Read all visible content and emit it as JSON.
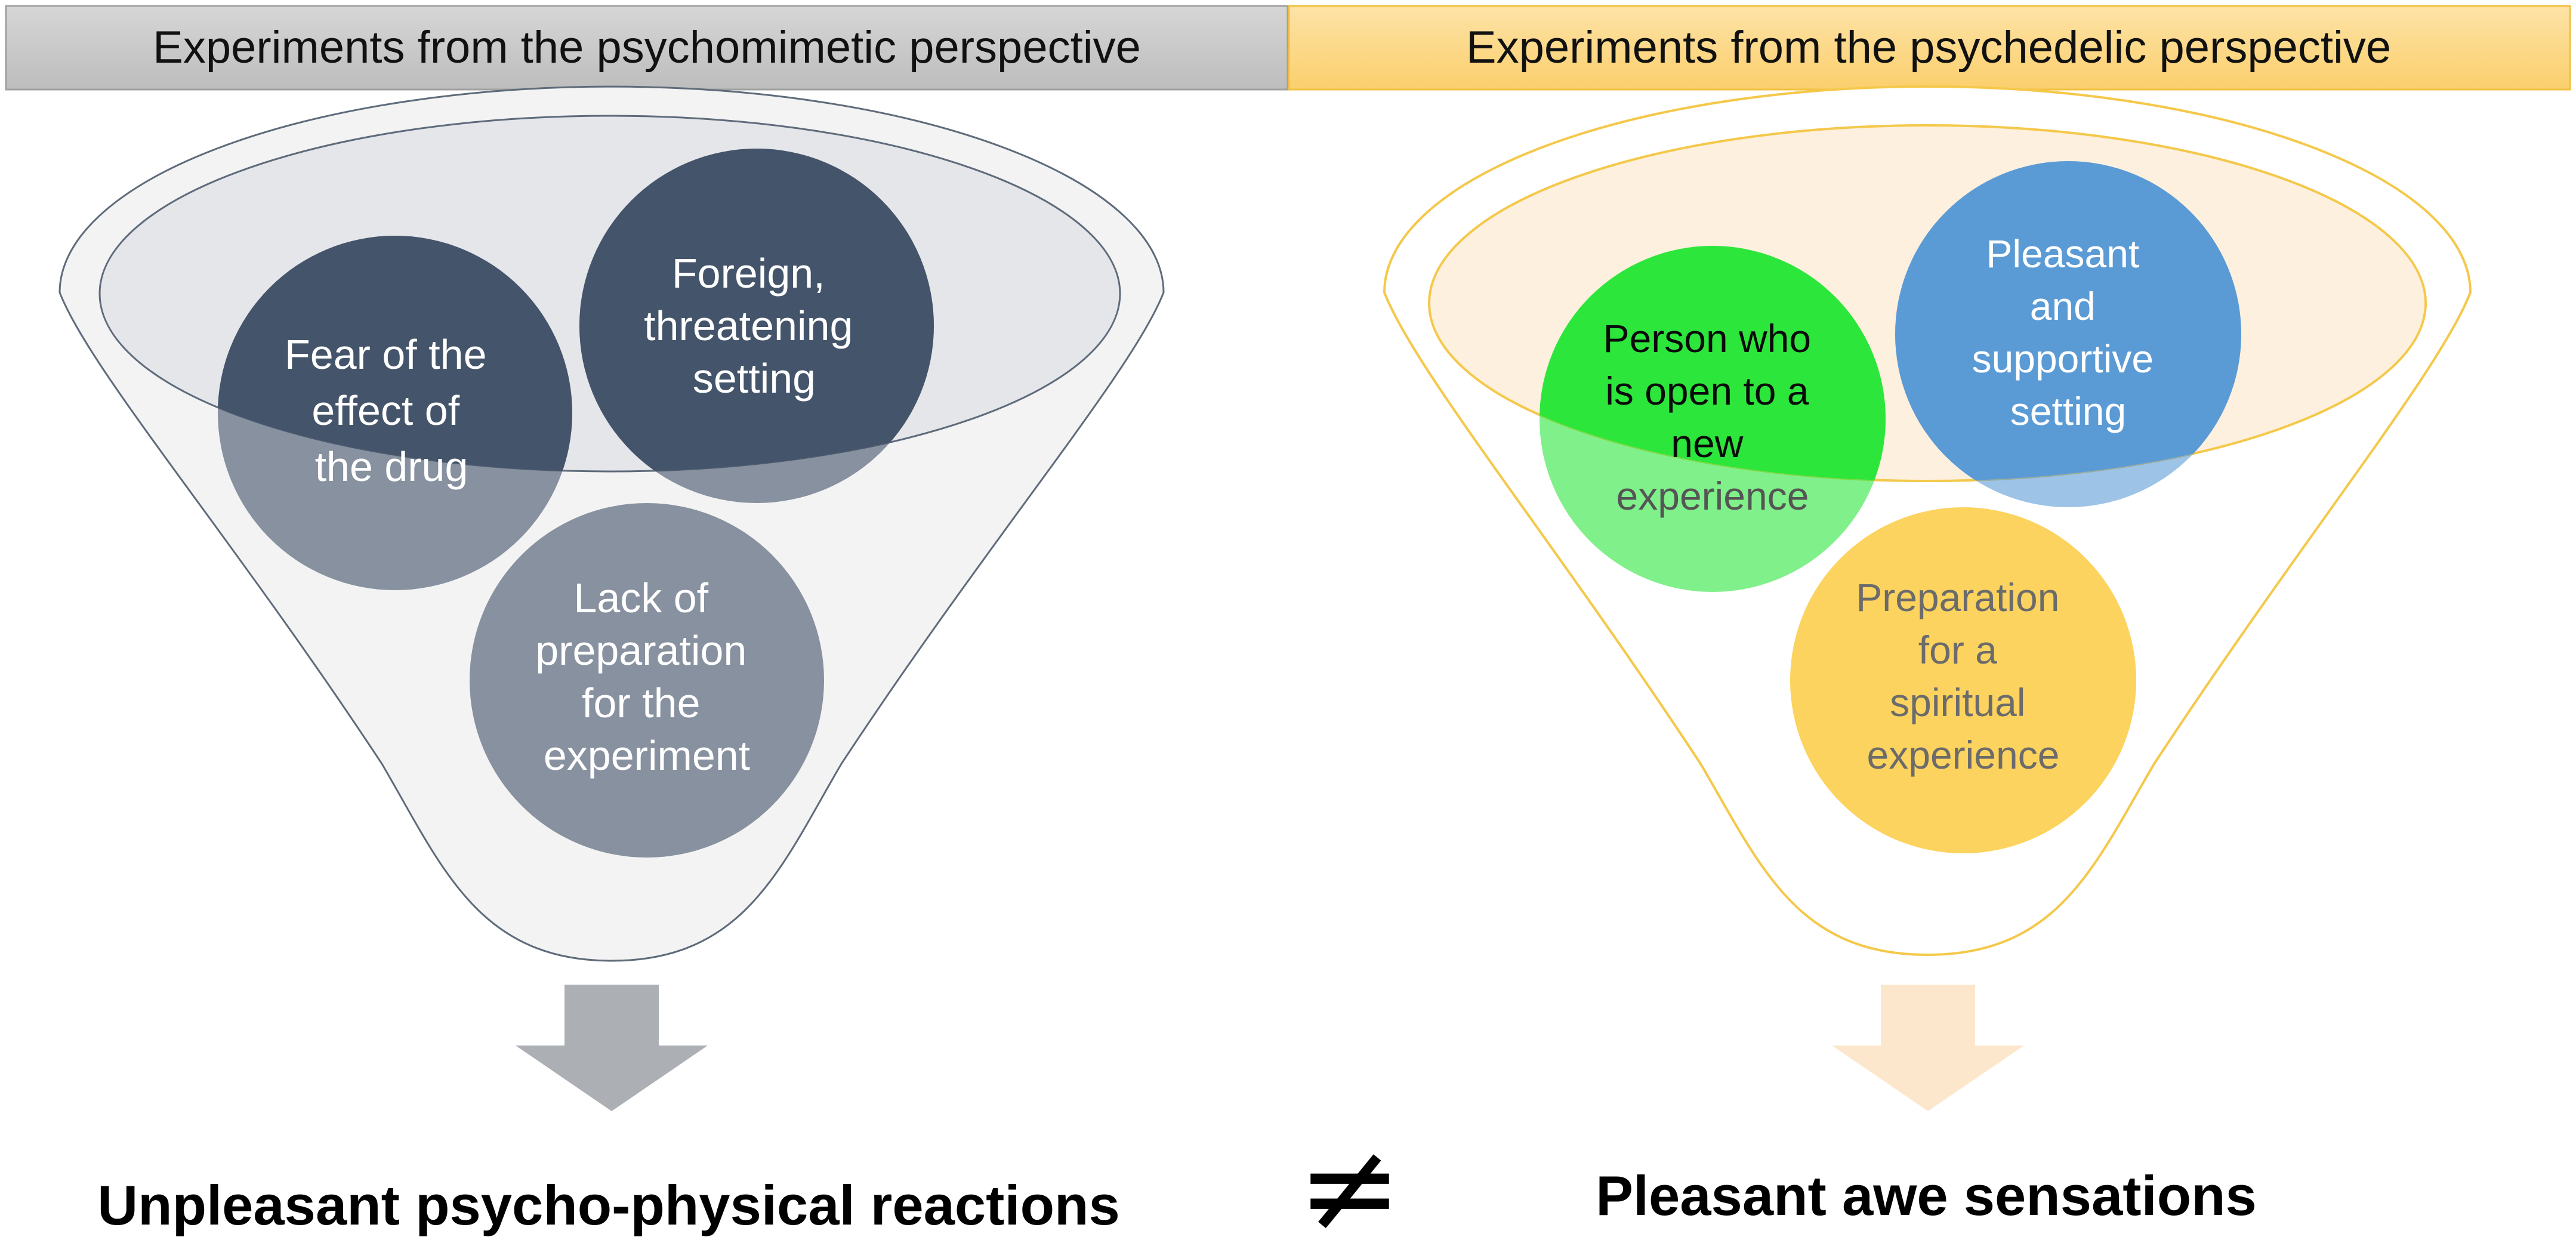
{
  "left_panel": {
    "header": "Experiments from the psychomimetic perspective",
    "circles": {
      "fear": [
        "Fear of the",
        "effect of",
        "the drug"
      ],
      "setting": [
        "Foreign,",
        "threatening",
        "setting"
      ],
      "preparation": [
        "Lack of",
        "preparation",
        "for the",
        "experiment"
      ]
    },
    "outcome": "Unpleasant psycho-physical reactions"
  },
  "right_panel": {
    "header": "Experiments from the psychedelic perspective",
    "circles": {
      "person": [
        "Person who",
        "is open to a",
        "new",
        "experience"
      ],
      "setting": [
        "Pleasant",
        "and",
        "supportive",
        "setting"
      ],
      "preparation": [
        "Preparation",
        "for a",
        "spiritual",
        "experience"
      ]
    },
    "outcome": "Pleasant awe sensations"
  },
  "comparison_symbol": "≠",
  "colors": {
    "left_header_bg": "#c8c8c8",
    "right_header_bg": "#fcd98a",
    "left_circle_dark": "#44546a",
    "left_circle_light": "#848f9e",
    "left_arrow": "#acafb4",
    "right_green": "#2ce63c",
    "right_blue": "#5b9bd5",
    "right_yellow": "#fcd35e",
    "right_arrow": "#fde7cc"
  }
}
